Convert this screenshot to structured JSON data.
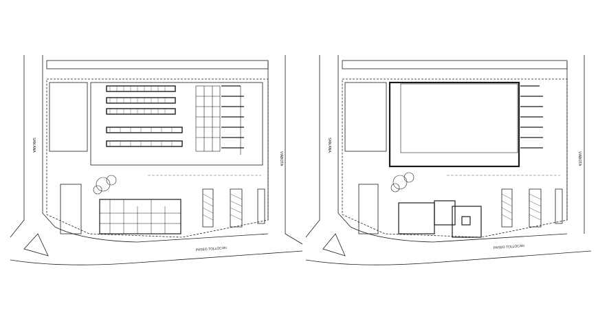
{
  "plans": [
    {
      "street_left": "SAN ANA",
      "street_right": "VIABOTA",
      "street_bottom": "PASEO TOLLOCAN"
    },
    {
      "street_left": "SAN ANA",
      "street_right": "VIABOTA",
      "street_bottom": "PASEO TOLLOCAN"
    }
  ],
  "colors": {
    "line": "#1a1a1a",
    "hatch": "#555555",
    "background": "#ffffff"
  }
}
